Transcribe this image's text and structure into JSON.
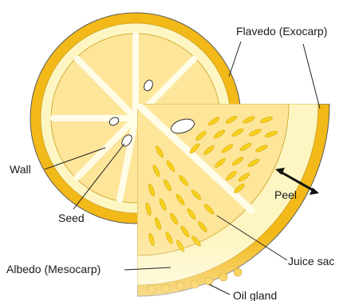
{
  "labels": {
    "flavedo": "Flavedo (Exocarp)",
    "wall": "Wall",
    "seed": "Seed",
    "peel": "Peel",
    "albedo": "Albedo (Mesocarp)",
    "juice_sac": "Juice sac",
    "oil_gland": "Oil gland"
  },
  "colors": {
    "flavedo": "#f3b918",
    "albedo": "#fdf6c2",
    "segment": "#fde59a",
    "juice_sac": "#f6d11e",
    "oil_gland": "#f8c01a",
    "wall": "#fffde8",
    "seed": "#ffffff",
    "outline": "#4a4a4a"
  },
  "icons": {
    "peel_arrow": "double-headed-arrow-icon"
  }
}
